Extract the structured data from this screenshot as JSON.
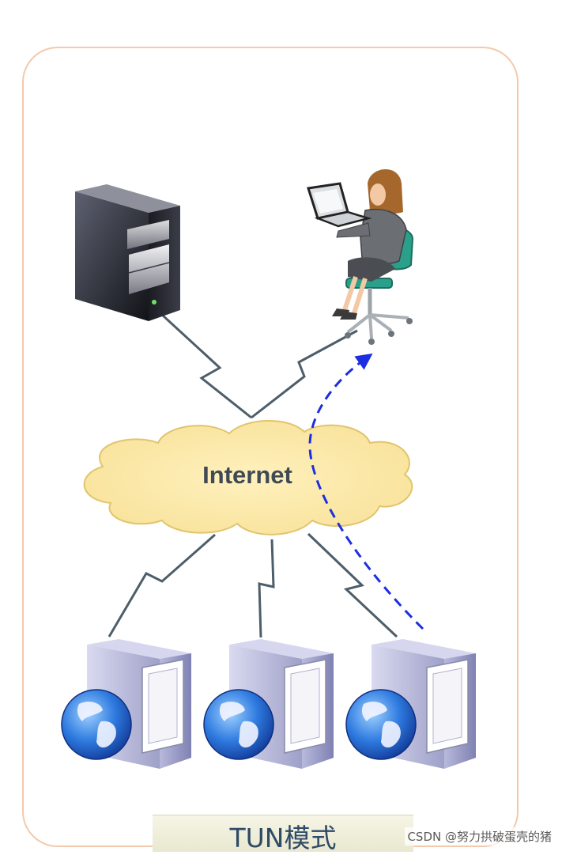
{
  "cloud": {
    "label": "Internet"
  },
  "footer": {
    "label": "TUN模式"
  },
  "watermark": {
    "text": "CSDN @努力拱破蛋壳的猪"
  },
  "colors": {
    "frame_border": "#f3c9ad",
    "cloud_fill": "#fbe7a4",
    "cloud_stroke": "#e1c56d",
    "link_line": "#4d5e6a",
    "dashed_path": "#1c2ee0"
  },
  "icons": {
    "director": "director-server-icon",
    "client": "user-at-laptop-icon",
    "real_servers": [
      "real-server-globe-icon",
      "real-server-globe-icon",
      "real-server-globe-icon"
    ]
  }
}
